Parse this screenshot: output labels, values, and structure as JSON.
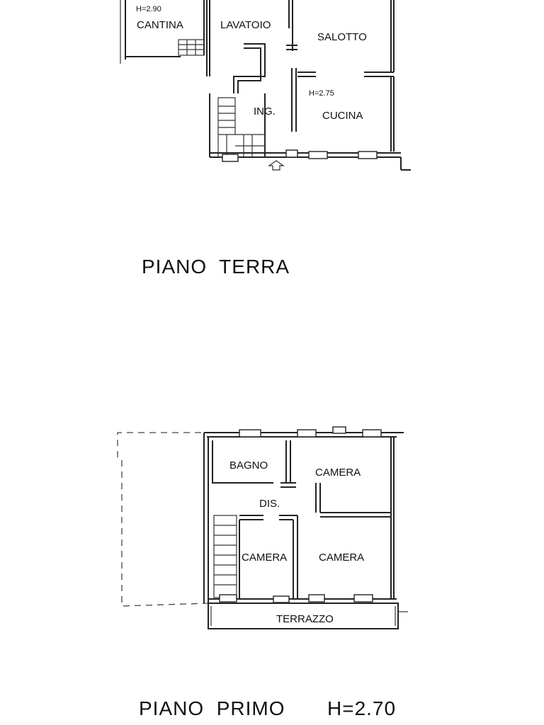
{
  "ground_floor": {
    "title": "PIANO  TERRA",
    "rooms": {
      "cantina": "CANTINA",
      "lavatoio": "LAVATOIO",
      "salotto": "SALOTTO",
      "ingresso": "ING.",
      "cucina": "CUCINA"
    },
    "heights": {
      "cantina": "H=2.90",
      "cucina": "H=2.75"
    }
  },
  "first_floor": {
    "title": "PIANO  PRIMO",
    "height": "H=2.70",
    "rooms": {
      "bagno": "BAGNO",
      "camera_top": "CAMERA",
      "dis": "DIS.",
      "camera_small": "CAMERA",
      "camera_bottom": "CAMERA",
      "terrazzo": "TERRAZZO"
    }
  }
}
